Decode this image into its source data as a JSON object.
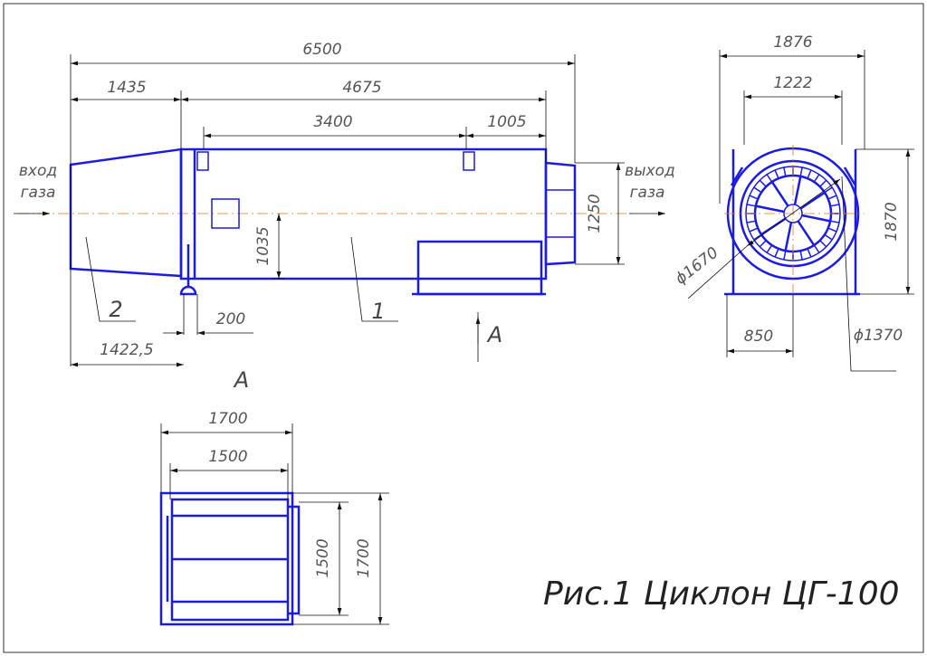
{
  "title": "Рис.1 Циклон ЦГ-100",
  "labels": {
    "inlet_1": "вход",
    "inlet_2": "газа",
    "outlet_1": "выход",
    "outlet_2": "газа",
    "part1": "1",
    "part2": "2",
    "section_mark": "A",
    "view_title": "A"
  },
  "side_view": {
    "d_total": "6500",
    "d_cone": "1435",
    "d_body": "4675",
    "d_lugs": "3400",
    "d_lug_end": "1005",
    "d_axis_height": "1035",
    "d_outlet": "1250",
    "d_foot": "1422,5",
    "d_flange": "200"
  },
  "end_view": {
    "d_width": "1876",
    "d_supports": "1222",
    "d_height": "1870",
    "d_half_base": "850",
    "d_outer": "ϕ1670",
    "d_inner": "ϕ1370"
  },
  "plan_view": {
    "d_w_outer": "1700",
    "d_w_inner": "1500",
    "d_h_inner": "1500",
    "d_h_outer": "1700"
  },
  "colors": {
    "outline": "#1c1ce0",
    "centerline": "#e07a1c"
  }
}
